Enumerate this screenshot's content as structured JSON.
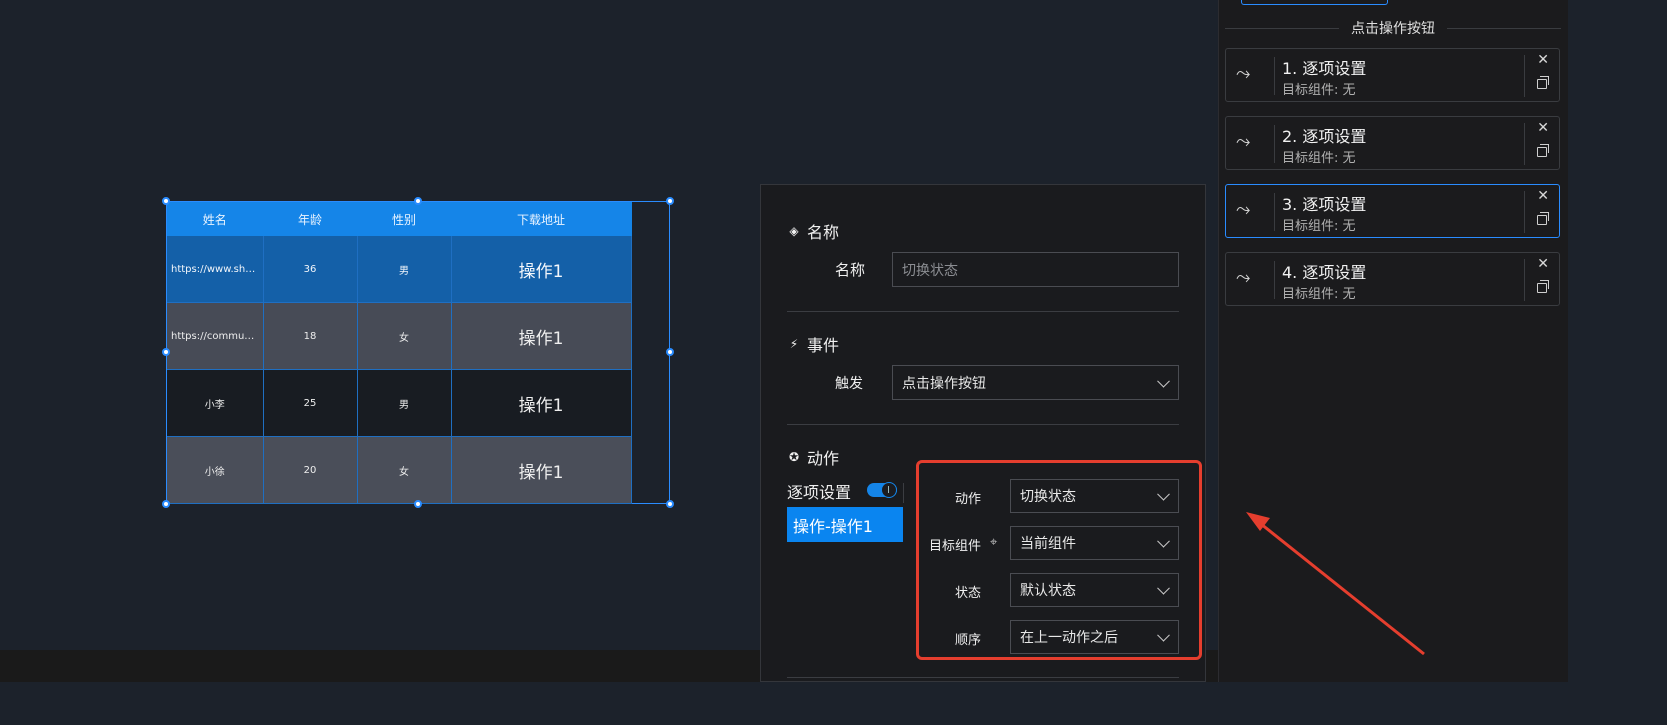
{
  "table": {
    "headers": [
      "姓名",
      "年龄",
      "性别",
      "下载地址"
    ],
    "rows": [
      [
        "https://www.sha...",
        "36",
        "男",
        "操作1"
      ],
      [
        "https://commun...",
        "18",
        "女",
        "操作1"
      ],
      [
        "小李",
        "25",
        "男",
        "操作1"
      ],
      [
        "小徐",
        "20",
        "女",
        "操作1"
      ]
    ]
  },
  "panel": {
    "name_section": "名称",
    "name_label": "名称",
    "name_placeholder": "切换状态",
    "event_section": "事件",
    "trigger_label": "触发",
    "trigger_value": "点击操作按钮",
    "action_section": "动作",
    "step_label": "逐项设置",
    "step_item": "操作-操作1",
    "fields": {
      "action_label": "动作",
      "action_value": "切换状态",
      "target_label": "目标组件",
      "target_value": "当前组件",
      "state_label": "状态",
      "state_value": "默认状态",
      "order_label": "顺序",
      "order_value": "在上一动作之后"
    }
  },
  "sidebar": {
    "header": "点击操作按钮",
    "cards": [
      {
        "title": "1. 逐项设置",
        "sub": "目标组件: 无"
      },
      {
        "title": "2. 逐项设置",
        "sub": "目标组件: 无"
      },
      {
        "title": "3. 逐项设置",
        "sub": "目标组件: 无"
      },
      {
        "title": "4. 逐项设置",
        "sub": "目标组件: 无"
      }
    ]
  },
  "colors": {
    "accent": "#1585e8",
    "highlight": "#e53e2e",
    "background": "#1c222b"
  },
  "icons": [
    "diamond-icon",
    "bolt-icon",
    "action-icon",
    "locate-icon",
    "chevron-down-icon",
    "flow-icon",
    "close-icon",
    "copy-icon"
  ]
}
